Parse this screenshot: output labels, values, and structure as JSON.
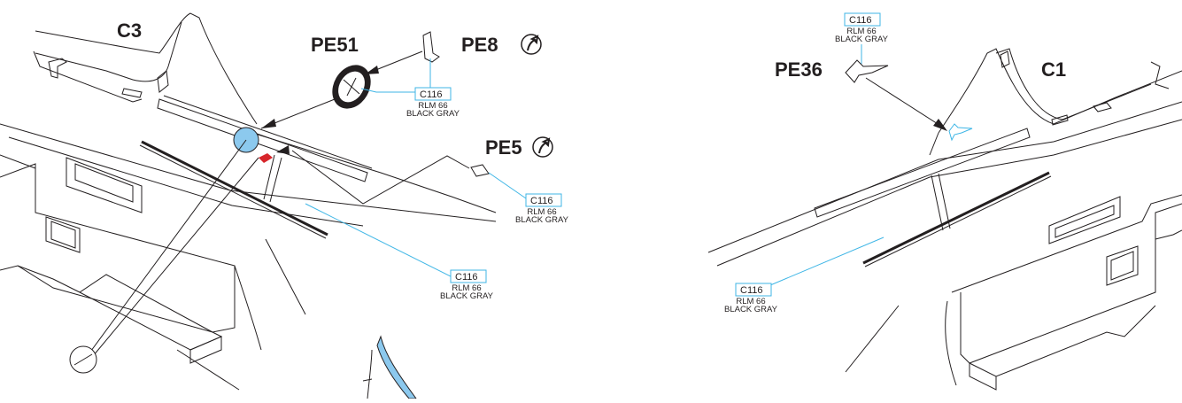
{
  "parts": {
    "c3": "C3",
    "pe51": "PE51",
    "pe8": "PE8",
    "pe5": "PE5",
    "pe36": "PE36",
    "c1": "C1"
  },
  "callouts": [
    {
      "code": "C116",
      "line1": "RLM 66",
      "line2": "BLACK GRAY"
    },
    {
      "code": "C116",
      "line1": "RLM 66",
      "line2": "BLACK GRAY"
    },
    {
      "code": "C116",
      "line1": "RLM 66",
      "line2": "BLACK GRAY"
    },
    {
      "code": "C116",
      "line1": "RLM 66",
      "line2": "BLACK GRAY"
    },
    {
      "code": "C116",
      "line1": "RLM 66",
      "line2": "BLACK GRAY"
    }
  ],
  "colors": {
    "line": "#231f20",
    "callout": "#3fb6e6",
    "highlight_blue": "#8cc9ee",
    "highlight_red": "#d7262b"
  },
  "icons": [
    "bend-up-arrow-icon",
    "bend-up-arrow-icon"
  ]
}
